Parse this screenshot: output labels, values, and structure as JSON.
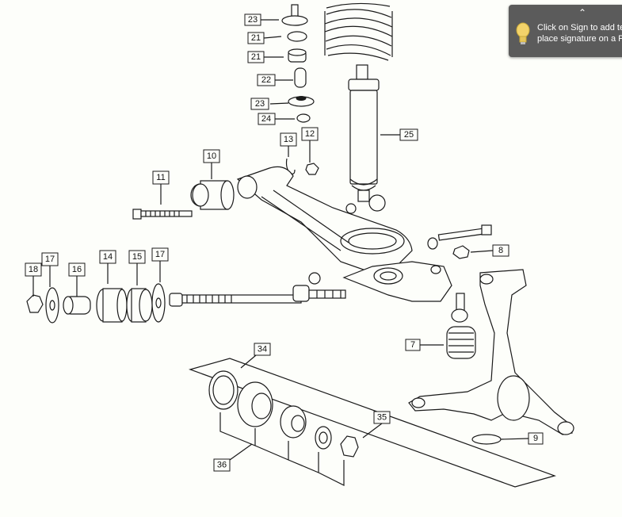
{
  "callouts": [
    {
      "id": "c23a",
      "text": "23"
    },
    {
      "id": "c21a",
      "text": "21"
    },
    {
      "id": "c21b",
      "text": "21"
    },
    {
      "id": "c22",
      "text": "22"
    },
    {
      "id": "c23b",
      "text": "23"
    },
    {
      "id": "c24",
      "text": "24"
    },
    {
      "id": "c25",
      "text": "25"
    },
    {
      "id": "c13",
      "text": "13"
    },
    {
      "id": "c12",
      "text": "12"
    },
    {
      "id": "c10",
      "text": "10"
    },
    {
      "id": "c11",
      "text": "11"
    },
    {
      "id": "c8",
      "text": "8"
    },
    {
      "id": "c18",
      "text": "18"
    },
    {
      "id": "c17a",
      "text": "17"
    },
    {
      "id": "c16",
      "text": "16"
    },
    {
      "id": "c14",
      "text": "14"
    },
    {
      "id": "c15",
      "text": "15"
    },
    {
      "id": "c17b",
      "text": "17"
    },
    {
      "id": "c7",
      "text": "7"
    },
    {
      "id": "c34",
      "text": "34"
    },
    {
      "id": "c35",
      "text": "35"
    },
    {
      "id": "c36",
      "text": "36"
    },
    {
      "id": "c9",
      "text": "9"
    }
  ],
  "tooltip": {
    "line1": "Click on Sign to add te",
    "line2": "place signature on a P",
    "icon": "lightbulb-icon",
    "collapse_icon": "chevron-up-icon",
    "background": "#5b5b5b"
  }
}
